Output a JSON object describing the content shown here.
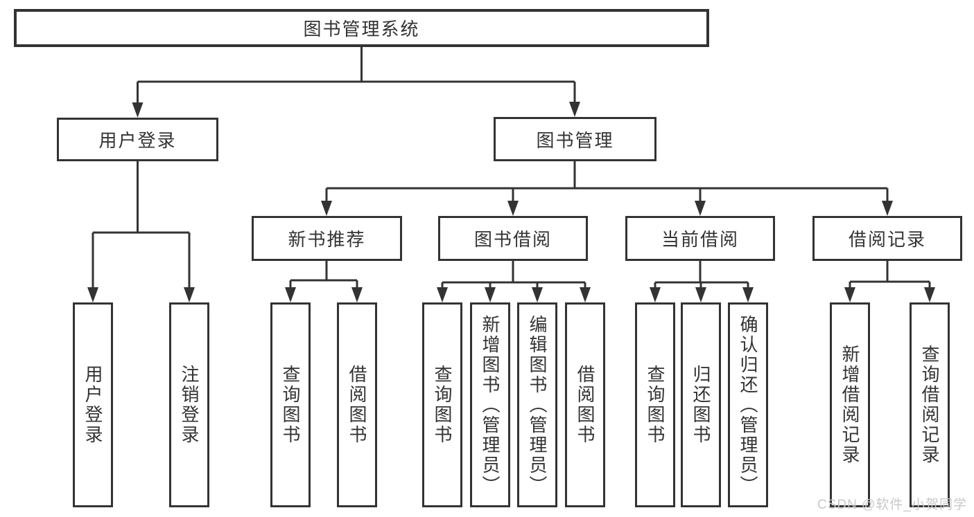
{
  "diagram": {
    "root": {
      "label": "图书管理系统"
    },
    "branches": [
      {
        "label": "用户登录",
        "children": [
          {
            "label": "用户登录"
          },
          {
            "label": "注销登录"
          }
        ]
      },
      {
        "label": "图书管理",
        "children": [
          {
            "label": "新书推荐",
            "children": [
              {
                "label": "查询图书"
              },
              {
                "label": "借阅图书"
              }
            ]
          },
          {
            "label": "图书借阅",
            "children": [
              {
                "label": "查询图书"
              },
              {
                "label": "新增图书（管理员）"
              },
              {
                "label": "编辑图书（管理员）"
              },
              {
                "label": "借阅图书"
              }
            ]
          },
          {
            "label": "当前借阅",
            "children": [
              {
                "label": "查询图书"
              },
              {
                "label": "归还图书"
              },
              {
                "label": "确认归还（管理员）"
              }
            ]
          },
          {
            "label": "借阅记录",
            "children": [
              {
                "label": "新增借阅记录"
              },
              {
                "label": "查询借阅记录"
              }
            ]
          }
        ]
      }
    ]
  },
  "watermark": {
    "text": "CSDN @软件_小贺同学"
  },
  "colors": {
    "line": "#333333",
    "text": "#333333",
    "watermark": "#c8c8c8",
    "background": "#ffffff"
  }
}
